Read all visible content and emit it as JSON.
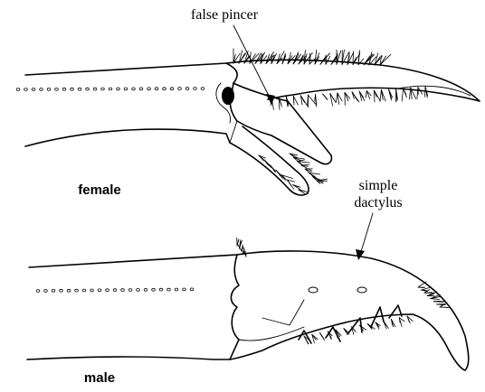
{
  "labels": {
    "false_pincer": "false pincer",
    "simple_dactylus_line1": "simple",
    "simple_dactylus_line2": "dactylus",
    "female": "female",
    "male": "male"
  },
  "colors": {
    "ink": "#000000",
    "background": "#ffffff"
  }
}
